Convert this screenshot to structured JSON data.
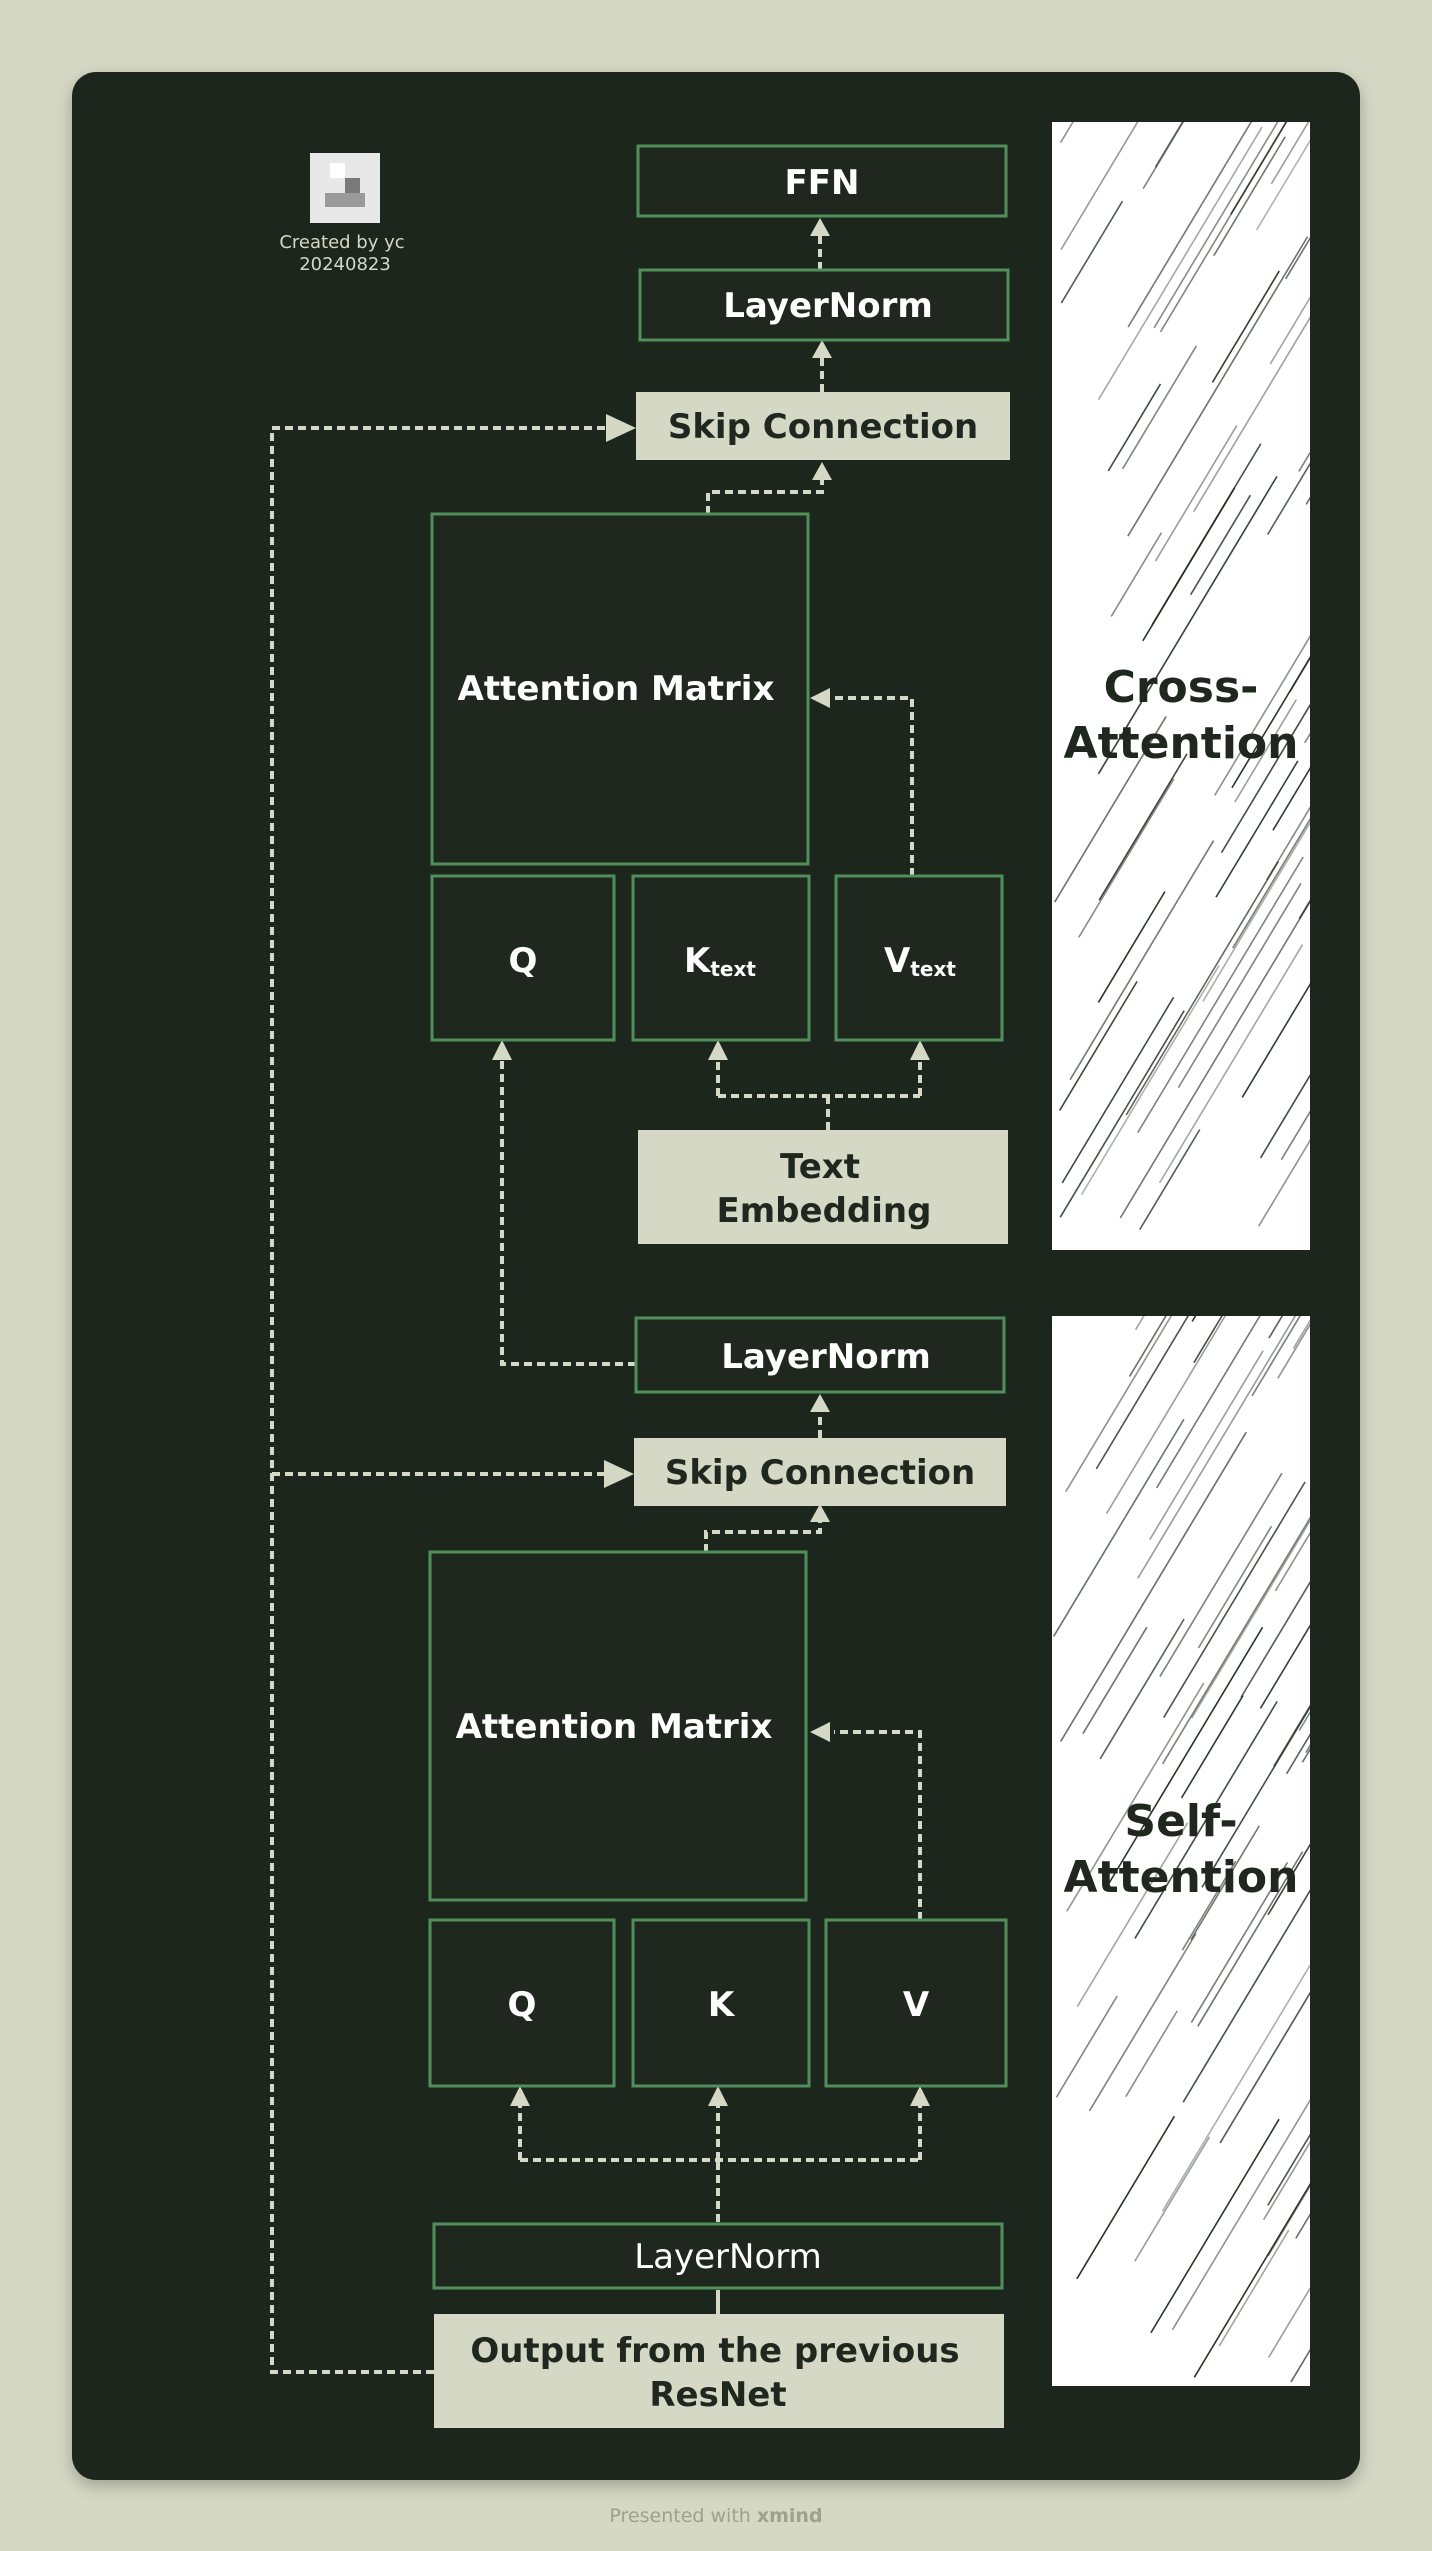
{
  "credit": {
    "line1": "Created by yc",
    "line2": "20240823"
  },
  "footer": {
    "prefix": "Presented with",
    "brand": "xmind"
  },
  "sections": {
    "cross_attention": [
      "Cross-",
      "Attention"
    ],
    "self_attention": [
      "Self-",
      "Attention"
    ]
  },
  "cross": {
    "ffn": "FFN",
    "layernorm": "LayerNorm",
    "skip": "Skip Connection",
    "attention": "Attention Matrix",
    "q": "Q",
    "k": "K",
    "k_sub": "text",
    "v": "V",
    "v_sub": "text",
    "text_embedding": [
      "Text",
      "Embedding"
    ]
  },
  "self": {
    "layernorm_top": "LayerNorm",
    "skip": "Skip Connection",
    "attention": "Attention Matrix",
    "q": "Q",
    "k": "K",
    "v": "V",
    "layernorm_bottom": "LayerNorm",
    "input": [
      "Output from the previous",
      "ResNet"
    ]
  },
  "colors": {
    "background": "#d5d8c4",
    "panel": "#1f271f",
    "box_border": "#4f8f5a",
    "edge": "#d5d8c4",
    "white": "#ffffff"
  }
}
